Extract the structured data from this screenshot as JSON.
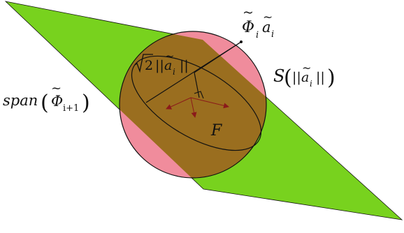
{
  "colors": {
    "plane": "#78d21e",
    "sphere": "#f08c9c",
    "overlap": "#9a6e1f",
    "vectors": "#8b1a1a",
    "outline": "#111111"
  },
  "labels": {
    "span_text": "span",
    "span_arg_symbol": "Φ",
    "span_arg_tilde": "~",
    "span_arg_subscript": "i+1",
    "phi_a_symbol": "Φ",
    "phi_a_subscript": "i",
    "phi_a_tilde": "~",
    "phi_a_a": "a",
    "phi_a_a_subscript": "i",
    "radius_sqrt2": "2",
    "radius_norm_open": "||",
    "radius_a": "a",
    "radius_a_subscript": "i",
    "radius_a_tilde": "~",
    "radius_norm_close": "||",
    "sphere_S": "S",
    "sphere_norm_open": "||",
    "sphere_a": "a",
    "sphere_a_subscript": "i",
    "sphere_a_tilde": "~",
    "sphere_norm_close": "||",
    "family_F": "F"
  }
}
